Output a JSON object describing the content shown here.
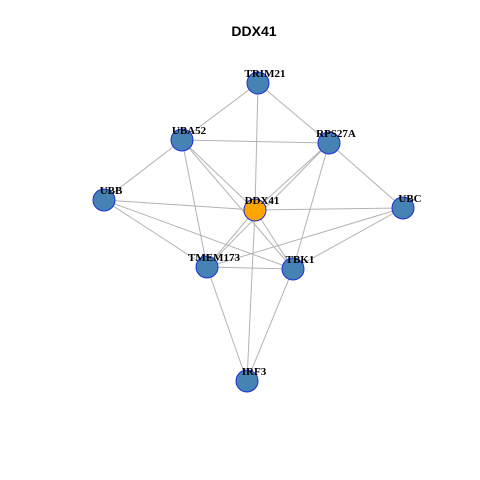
{
  "title": "DDX41",
  "colors": {
    "hub": "#FFA500",
    "node": "#4682B4",
    "node_border": "#1C2FD6",
    "edge": "#B3B3B3"
  },
  "nodes": [
    {
      "id": "TRIM21",
      "label": "TRIM21",
      "hub": false
    },
    {
      "id": "UBA52",
      "label": "UBA52",
      "hub": false
    },
    {
      "id": "RPS27A",
      "label": "RPS27A",
      "hub": false
    },
    {
      "id": "UBB",
      "label": "UBB",
      "hub": false
    },
    {
      "id": "DDX41",
      "label": "DDX41",
      "hub": true
    },
    {
      "id": "UBC",
      "label": "UBC",
      "hub": false
    },
    {
      "id": "TMEM173",
      "label": "TMEM173",
      "hub": false
    },
    {
      "id": "TBK1",
      "label": "TBK1",
      "hub": false
    },
    {
      "id": "IRF3",
      "label": "IRF3",
      "hub": false
    }
  ],
  "edges": [
    [
      "TRIM21",
      "UBA52"
    ],
    [
      "TRIM21",
      "RPS27A"
    ],
    [
      "TRIM21",
      "DDX41"
    ],
    [
      "UBA52",
      "RPS27A"
    ],
    [
      "UBA52",
      "UBB"
    ],
    [
      "UBA52",
      "DDX41"
    ],
    [
      "UBA52",
      "TMEM173"
    ],
    [
      "UBA52",
      "TBK1"
    ],
    [
      "RPS27A",
      "DDX41"
    ],
    [
      "RPS27A",
      "TMEM173"
    ],
    [
      "RPS27A",
      "TBK1"
    ],
    [
      "RPS27A",
      "UBC"
    ],
    [
      "UBB",
      "DDX41"
    ],
    [
      "UBB",
      "TMEM173"
    ],
    [
      "UBB",
      "TBK1"
    ],
    [
      "DDX41",
      "UBC"
    ],
    [
      "DDX41",
      "TMEM173"
    ],
    [
      "DDX41",
      "TBK1"
    ],
    [
      "DDX41",
      "IRF3"
    ],
    [
      "UBC",
      "TMEM173"
    ],
    [
      "UBC",
      "TBK1"
    ],
    [
      "TMEM173",
      "TBK1"
    ],
    [
      "TMEM173",
      "IRF3"
    ],
    [
      "TBK1",
      "IRF3"
    ]
  ]
}
